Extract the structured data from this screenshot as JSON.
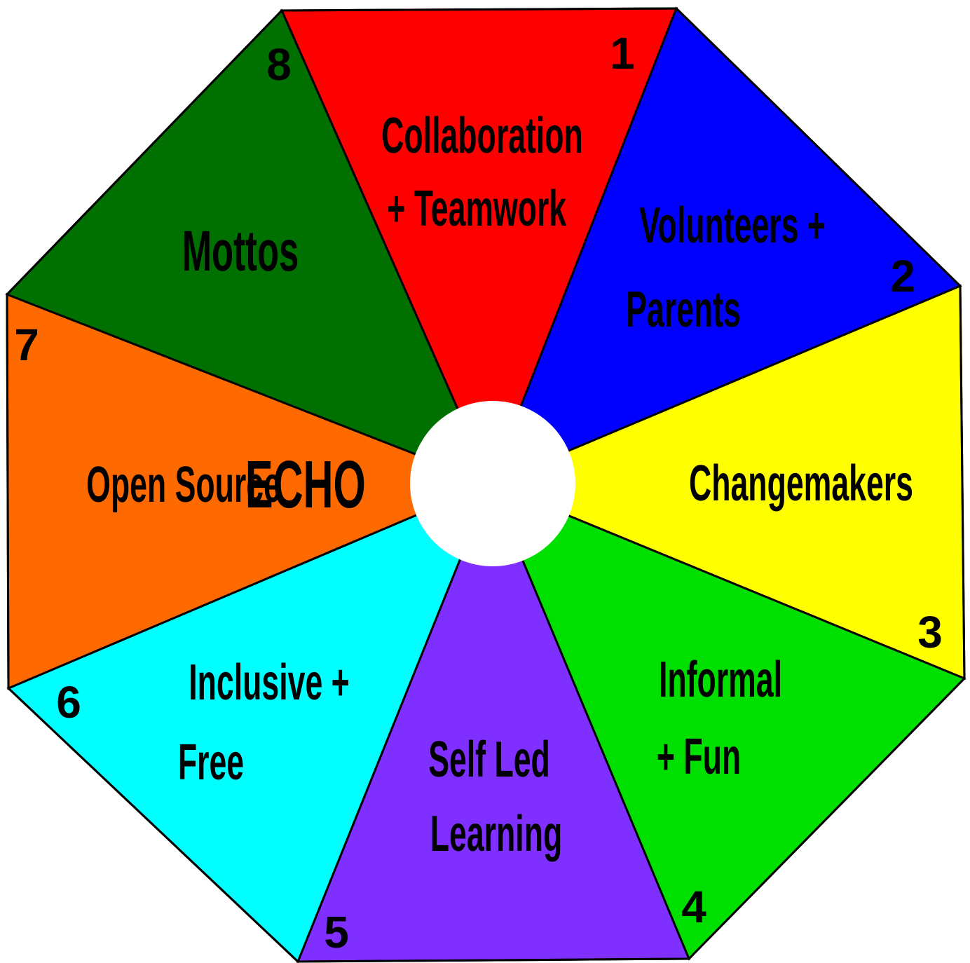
{
  "center": {
    "label": "ECHO"
  },
  "segments": [
    {
      "number": "1",
      "color": "#ff0000",
      "lines": [
        "Collaboration",
        "+ Teamwork"
      ]
    },
    {
      "number": "2",
      "color": "#0000ff",
      "lines": [
        "Volunteers +",
        "Parents"
      ]
    },
    {
      "number": "3",
      "color": "#ffff00",
      "lines": [
        "Changemakers"
      ]
    },
    {
      "number": "4",
      "color": "#00e000",
      "lines": [
        "Informal",
        "+ Fun"
      ]
    },
    {
      "number": "5",
      "color": "#7f2fff",
      "lines": [
        "Self Led",
        "Learning"
      ]
    },
    {
      "number": "6",
      "color": "#00ffff",
      "lines": [
        "Inclusive +",
        "Free"
      ]
    },
    {
      "number": "7",
      "color": "#ff6a00",
      "lines": [
        "Open Source"
      ]
    },
    {
      "number": "8",
      "color": "#007000",
      "lines": [
        "Mottos"
      ]
    }
  ]
}
